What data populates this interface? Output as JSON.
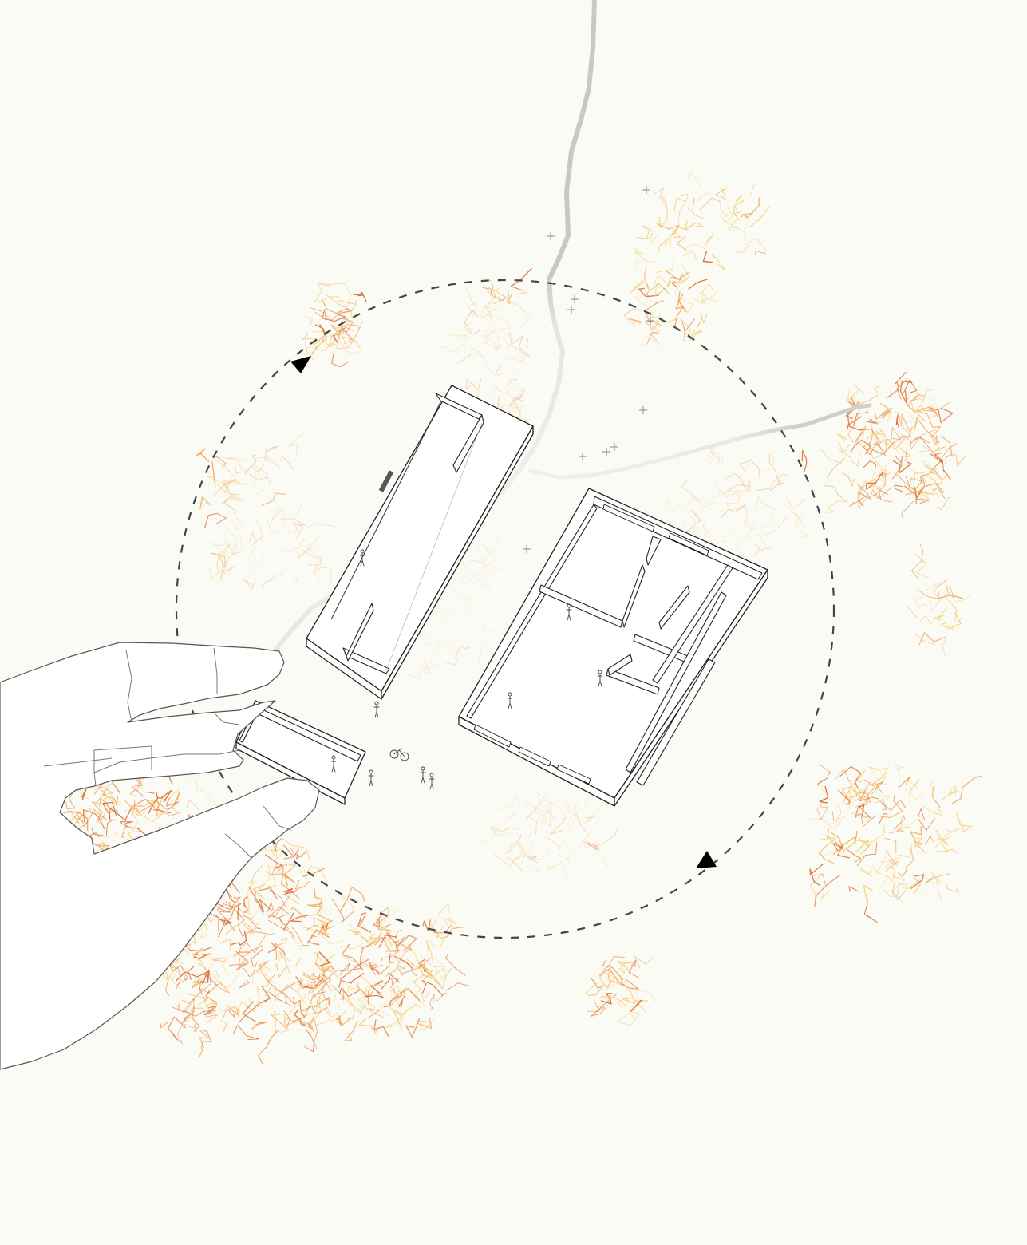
{
  "diagram": {
    "palette": {
      "background": "#fbfbf5",
      "street_dark": "#d9662a",
      "street_mid": "#f0a050",
      "street_light": "#f7d27a",
      "river": "#c9c9c9",
      "linework": "#222222"
    },
    "elements": [
      "city-street-network",
      "river",
      "dashed-rotation-circle",
      "direction-arrow-top-left",
      "direction-arrow-bottom-right",
      "elongated-building-model",
      "rectangular-building-model",
      "hand-held-building-piece",
      "human-figures",
      "bicycle"
    ],
    "cross_markers": 10
  }
}
